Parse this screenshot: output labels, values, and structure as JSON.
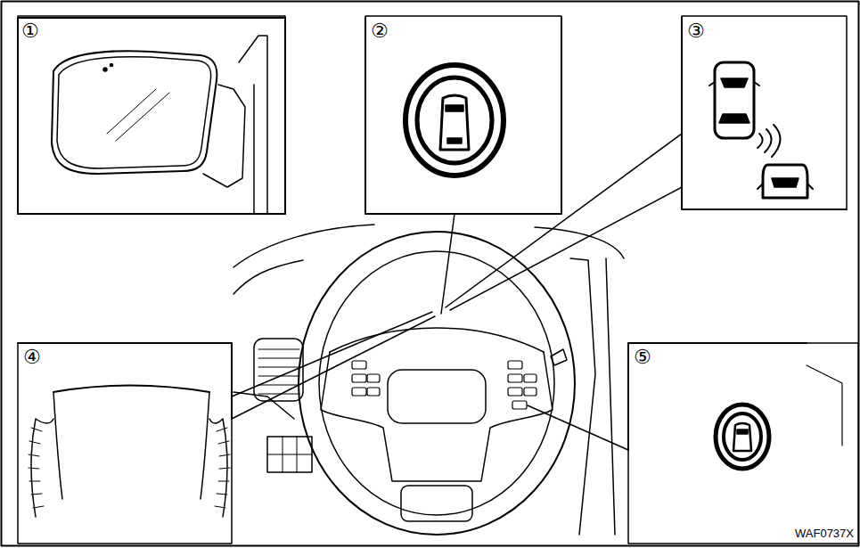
{
  "diagram": {
    "nodes": [
      {
        "text": [
          "①"
        ]
      },
      {
        "text": [
          "②"
        ]
      },
      {
        "text": [
          "③"
        ]
      },
      {
        "text": [
          "④"
        ]
      },
      {
        "text": [
          "⑤"
        ]
      }
    ],
    "labels": [
      "WAF0737X"
    ]
  }
}
